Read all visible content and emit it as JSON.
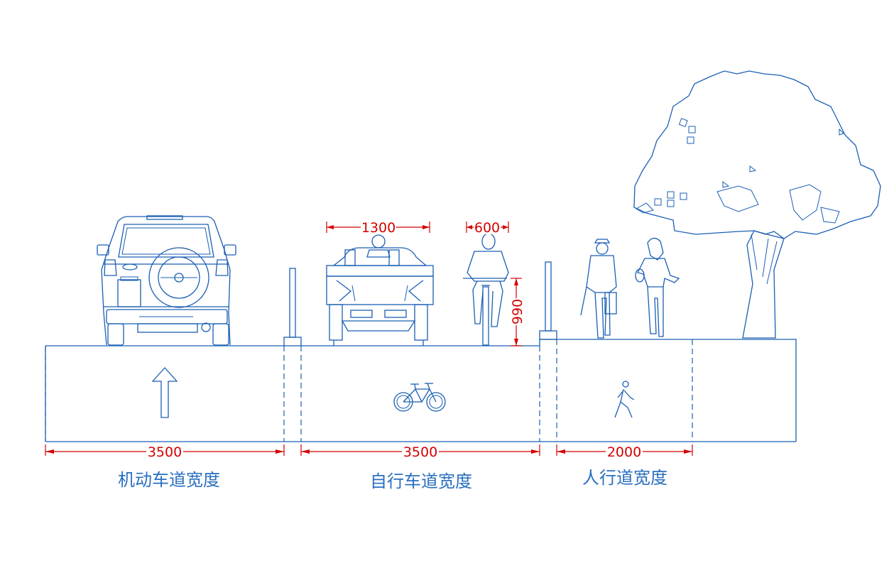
{
  "colors": {
    "linework": "#1a5fb4",
    "dimension": "#d40000",
    "label": "#2a6fc0",
    "background": "#ffffff"
  },
  "dimensions": {
    "motor_lane_width": "3500",
    "bicycle_lane_width": "3500",
    "sidewalk_width": "2000",
    "tricycle_width": "1300",
    "cyclist_width": "600",
    "railing_height": "990"
  },
  "labels": {
    "motor_lane": "机动车道宽度",
    "bicycle_lane": "自行车道宽度",
    "sidewalk": "人行道宽度"
  },
  "icons": {
    "motor_lane": "straight-arrow-icon",
    "bicycle_lane": "bicycle-icon",
    "sidewalk": "pedestrian-icon"
  }
}
